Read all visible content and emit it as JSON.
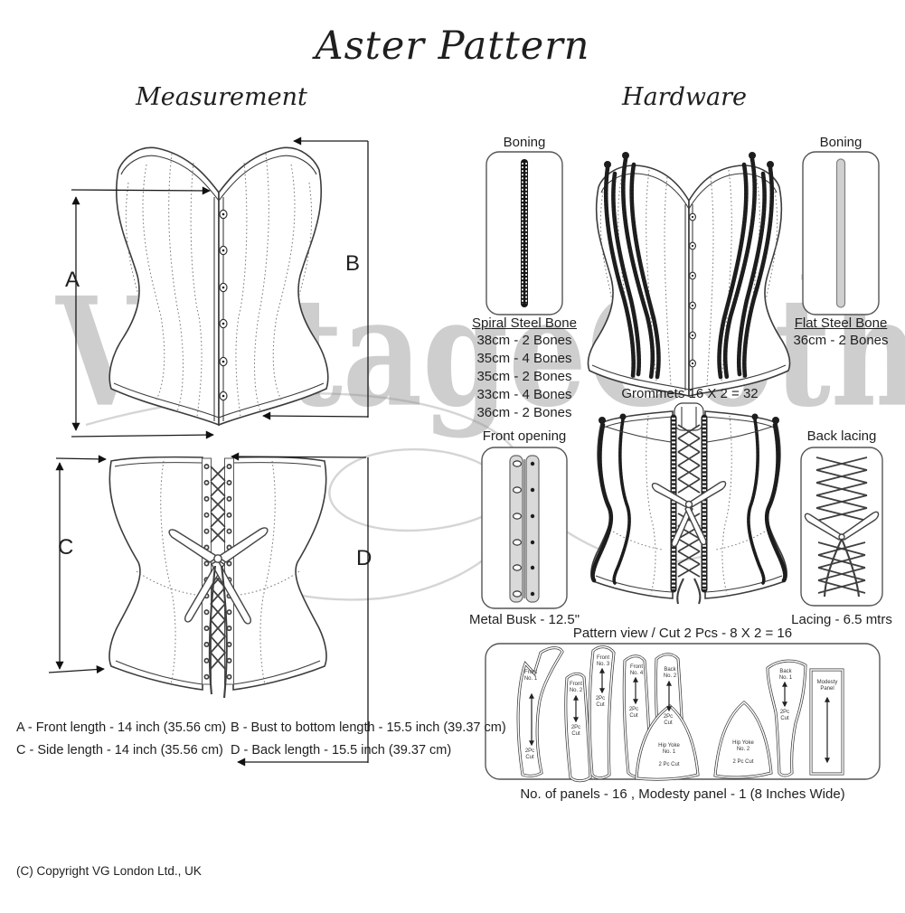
{
  "title": "Aster Pattern",
  "watermark": {
    "text": "VintageGoth",
    "tm": "TM"
  },
  "sections": {
    "measurement": "Measurement",
    "hardware": "Hardware"
  },
  "measurement": {
    "label_a": "A",
    "label_b": "B",
    "label_c": "C",
    "label_d": "D",
    "legend_a": "A - Front length - 14 inch (35.56 cm)",
    "legend_b": "B - Bust to bottom length - 15.5 inch (39.37 cm)",
    "legend_c": "C - Side length - 14 inch (35.56 cm)",
    "legend_d": "D - Back length - 15.5 inch (39.37 cm)"
  },
  "hardware": {
    "spiral": {
      "label": "Boning",
      "name": "Spiral Steel Bone",
      "specs": [
        "38cm - 2 Bones",
        "35cm - 4 Bones",
        "35cm - 2 Bones",
        "33cm - 4 Bones",
        "36cm - 2 Bones"
      ]
    },
    "flat": {
      "label": "Boning",
      "name": "Flat Steel Bone",
      "spec": "36cm - 2 Bones"
    },
    "grommets": "Grommets 16 X 2 = 32",
    "front_opening": {
      "label": "Front opening",
      "caption": "Metal Busk - 12.5\""
    },
    "back_lacing": {
      "label": "Back lacing",
      "caption": "Lacing - 6.5 mtrs"
    }
  },
  "pattern": {
    "heading": "Pattern view  /  Cut 2 Pcs - 8 X 2 = 16",
    "footer": "No. of panels - 16  , Modesty panel - 1 (8 Inches Wide)",
    "pieces": [
      {
        "name": "Front\nNo. 1",
        "cut": "2Pc\nCut"
      },
      {
        "name": "Front\nNo. 2",
        "cut": "2Pc\nCut"
      },
      {
        "name": "Front\nNo. 3",
        "cut": "2Pc\nCut"
      },
      {
        "name": "Front\nNo. 4",
        "cut": "2Pc\nCut"
      },
      {
        "name": "Back\nNo. 2",
        "cut": "2Pc\nCut"
      },
      {
        "name": "Hip Yoke\nNo. 1",
        "cut": "2 Pc Cut"
      },
      {
        "name": "Hip Yoke\nNo. 2",
        "cut": "2 Pc Cut"
      },
      {
        "name": "Back\nNo. 1",
        "cut": "2Pc\nCut"
      },
      {
        "name": "Modesty\nPanel",
        "cut": ""
      }
    ]
  },
  "copyright": "(C) Copyright VG London Ltd., UK"
}
